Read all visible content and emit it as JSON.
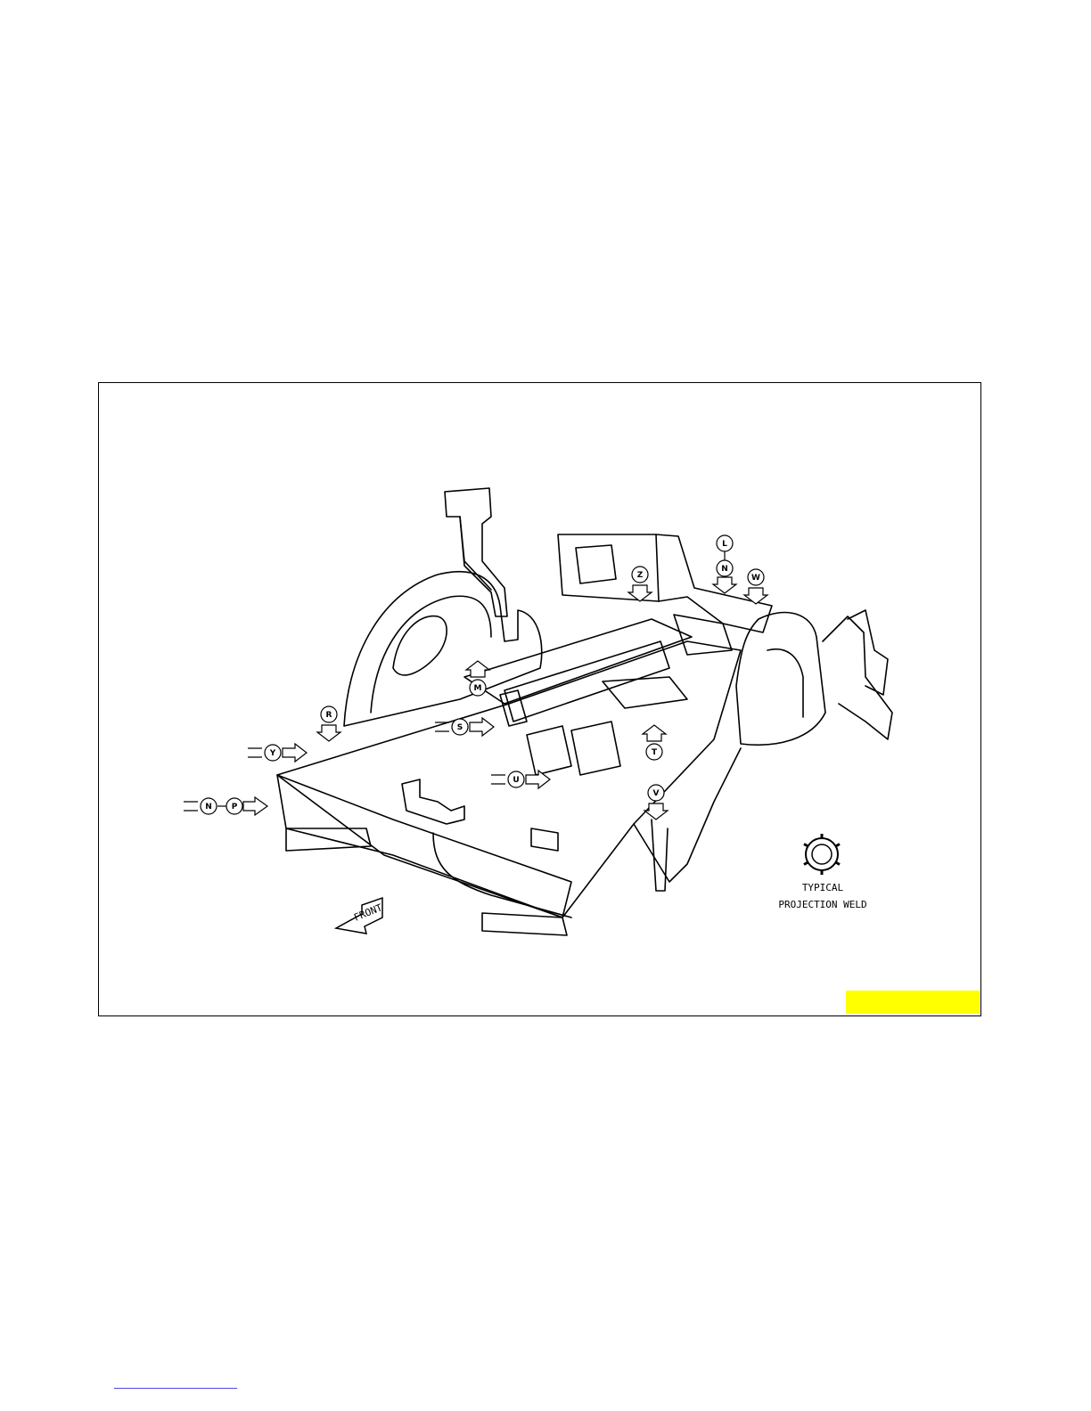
{
  "figure": {
    "legend": {
      "line1": "TYPICAL",
      "line2": "PROJECTION WELD"
    },
    "front_label": "FRONT",
    "highlight_color": "#ffff00",
    "markers": [
      {
        "letter": "R",
        "direction": "down"
      },
      {
        "letter": "Y",
        "direction": "right"
      },
      {
        "letter": "N",
        "direction": "right"
      },
      {
        "letter": "P",
        "direction": "right"
      },
      {
        "letter": "M",
        "direction": "up"
      },
      {
        "letter": "S",
        "direction": "right"
      },
      {
        "letter": "U",
        "direction": "right"
      },
      {
        "letter": "T",
        "direction": "up"
      },
      {
        "letter": "V",
        "direction": "down"
      },
      {
        "letter": "Z",
        "direction": "down"
      },
      {
        "letter": "L",
        "direction": "down"
      },
      {
        "letter": "N",
        "direction": "down"
      },
      {
        "letter": "W",
        "direction": "down"
      }
    ]
  }
}
